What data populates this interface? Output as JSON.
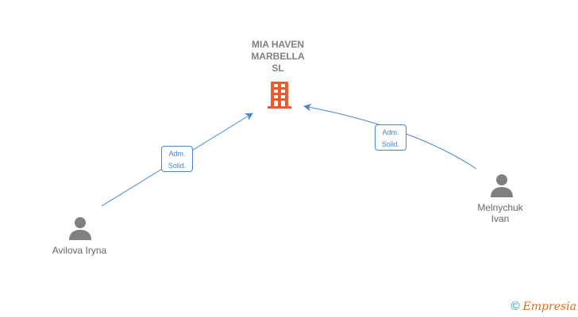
{
  "company": {
    "name": "MIA HAVEN MARBELLA SL",
    "name_lines": [
      "MIA HAVEN",
      "MARBELLA",
      "SL"
    ],
    "icon": "building-icon",
    "color": "#f05a28"
  },
  "people": [
    {
      "name": "Avilova Iryna",
      "name_lines": [
        "Avilova Iryna"
      ],
      "icon": "person-icon"
    },
    {
      "name": "Melnychuk Ivan",
      "name_lines": [
        "Melnychuk",
        "Ivan"
      ],
      "icon": "person-icon"
    }
  ],
  "edges": [
    {
      "from": "Avilova Iryna",
      "to": "MIA HAVEN MARBELLA SL",
      "label_lines": [
        "Adm.",
        "Solid."
      ]
    },
    {
      "from": "Melnychuk Ivan",
      "to": "MIA HAVEN MARBELLA SL",
      "label_lines": [
        "Adm.",
        "Solid."
      ]
    }
  ],
  "colors": {
    "edge": "#4a86d0",
    "person": "#808080",
    "company": "#f05a28"
  },
  "footer": {
    "copyright": "©",
    "brand": "Empresia"
  }
}
